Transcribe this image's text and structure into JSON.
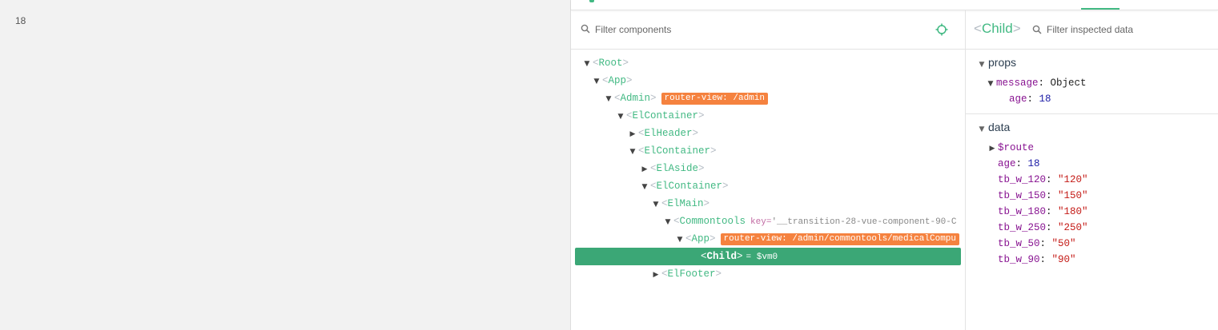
{
  "page": {
    "left_number": "18"
  },
  "colors": {
    "accent": "#42b983",
    "selected": "#3ba776",
    "badge": "#f5823f"
  },
  "tree_panel": {
    "filter_placeholder": "Filter components",
    "rows": [
      {
        "name": "Root",
        "arrow": "▼"
      },
      {
        "name": "App",
        "arrow": "▼"
      },
      {
        "name": "Admin",
        "arrow": "▼",
        "badge": "router-view: /admin"
      },
      {
        "name": "ElContainer",
        "arrow": "▼"
      },
      {
        "name": "ElHeader",
        "arrow": "▶"
      },
      {
        "name": "ElContainer",
        "arrow": "▼"
      },
      {
        "name": "ElAside",
        "arrow": "▶"
      },
      {
        "name": "ElContainer",
        "arrow": "▼"
      },
      {
        "name": "ElMain",
        "arrow": "▼"
      },
      {
        "name": "Commontools",
        "arrow": "▼",
        "attr_key": "key=",
        "attr_val": "'__transition-28-vue-component-90-C"
      },
      {
        "name": "App",
        "arrow": "▼",
        "badge": "router-view: /admin/commontools/medicalCompu"
      },
      {
        "name": "Child",
        "arrow": "",
        "vm": "= $vm0"
      },
      {
        "name": "ElFooter",
        "arrow": "▶"
      }
    ]
  },
  "inspector": {
    "component_name": "Child",
    "filter_placeholder": "Filter inspected data",
    "props": {
      "title": "props",
      "message_key": "message",
      "message_type": "Object",
      "age_key": "age",
      "age_value": "18"
    },
    "data": {
      "title": "data",
      "route_key": "$route",
      "items": [
        {
          "key": "age",
          "value": "18",
          "kind": "num"
        },
        {
          "key": "tb_w_120",
          "value": "\"120\"",
          "kind": "str"
        },
        {
          "key": "tb_w_150",
          "value": "\"150\"",
          "kind": "str"
        },
        {
          "key": "tb_w_180",
          "value": "\"180\"",
          "kind": "str"
        },
        {
          "key": "tb_w_250",
          "value": "\"250\"",
          "kind": "str"
        },
        {
          "key": "tb_w_50",
          "value": "\"50\"",
          "kind": "str"
        },
        {
          "key": "tb_w_90",
          "value": "\"90\"",
          "kind": "str"
        }
      ]
    }
  }
}
